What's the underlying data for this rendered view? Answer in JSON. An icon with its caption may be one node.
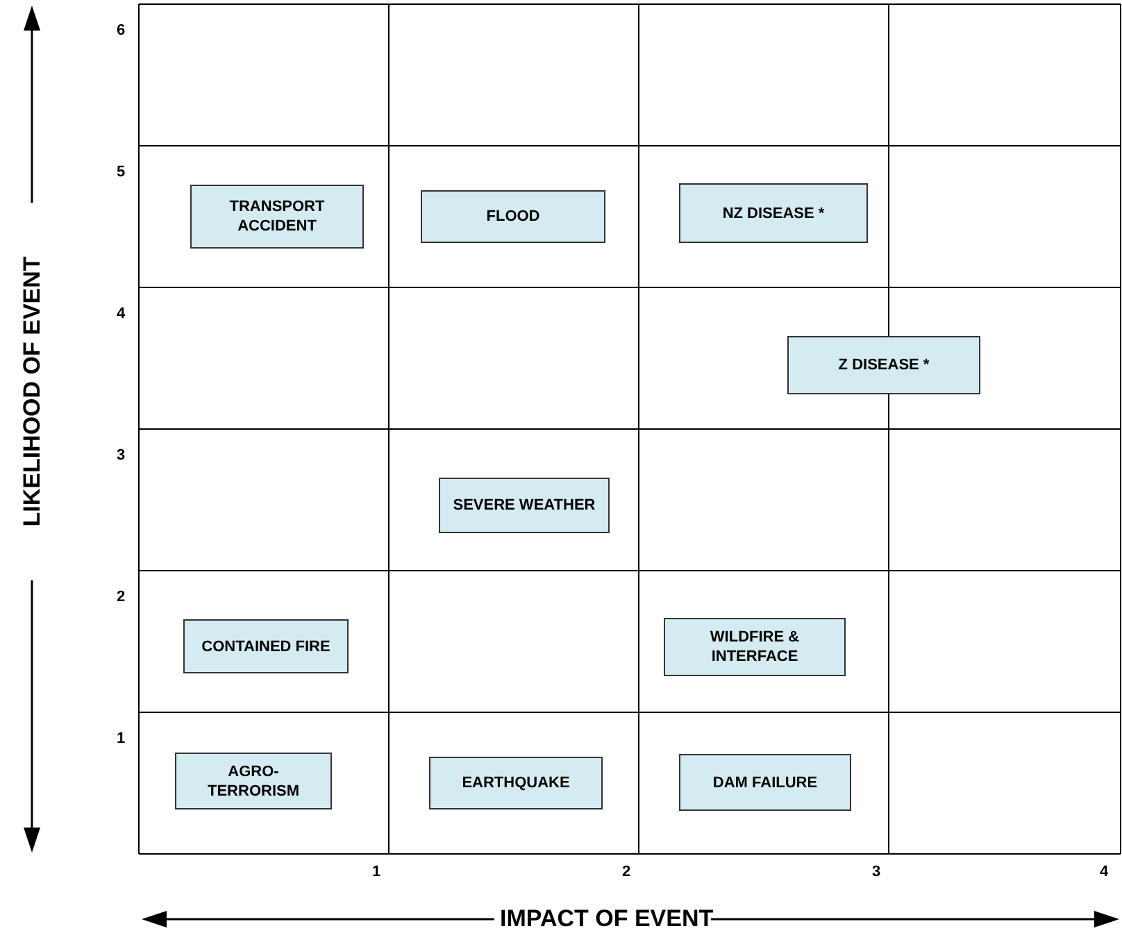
{
  "diagram": {
    "nodes": [
      {
        "text": [
          "TRANSPORT ACCIDENT"
        ]
      },
      {
        "text": [
          "FLOOD"
        ]
      },
      {
        "text": [
          "NZ DISEASE *"
        ]
      },
      {
        "text": [
          "Z DISEASE *"
        ]
      },
      {
        "text": [
          "SEVERE WEATHER"
        ]
      },
      {
        "text": [
          "CONTAINED FIRE"
        ]
      },
      {
        "text": [
          "WILDFIRE & INTERFACE"
        ]
      },
      {
        "text": [
          "AGRO- TERRORISM"
        ]
      },
      {
        "text": [
          "EARTHQUAKE"
        ]
      },
      {
        "text": [
          "DAM FAILURE"
        ]
      }
    ],
    "labels": [
      "LIKELIHOOD OF EVENT",
      "6",
      "5",
      "4",
      "3",
      "2",
      "1",
      "1",
      "2",
      "3",
      "4",
      "IMPACT OF EVENT"
    ]
  }
}
